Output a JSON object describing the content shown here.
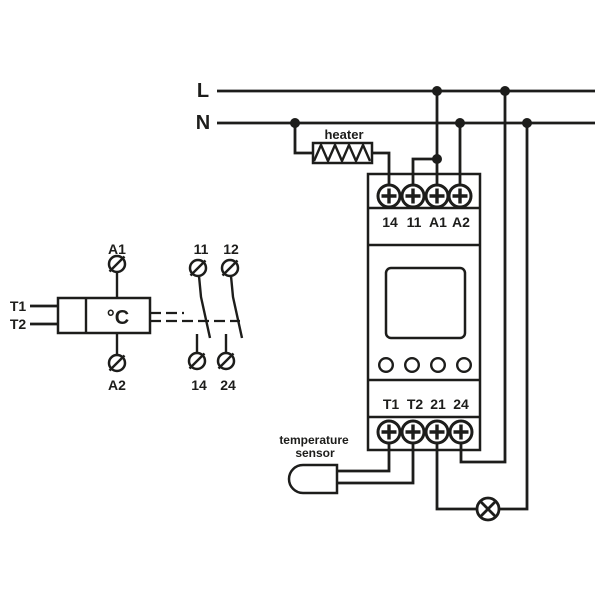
{
  "power": {
    "live_label": "L",
    "neutral_label": "N"
  },
  "heater": {
    "label": "heater"
  },
  "sensor": {
    "label_line1": "temperature",
    "label_line2": "sensor"
  },
  "device": {
    "top_terminals": [
      "14",
      "11",
      "A1",
      "A2"
    ],
    "bottom_terminals": [
      "T1",
      "T2",
      "21",
      "24"
    ]
  },
  "schematic": {
    "coil_label": "°C",
    "input_top": "T1",
    "input_bottom": "T2",
    "coil_top": "A1",
    "coil_bottom": "A2",
    "contact1_top": "11",
    "contact1_bottom": "14",
    "contact2_top": "12",
    "contact2_bottom": "24"
  },
  "colors": {
    "ink": "#1d1d1b",
    "background": "#ffffff"
  }
}
